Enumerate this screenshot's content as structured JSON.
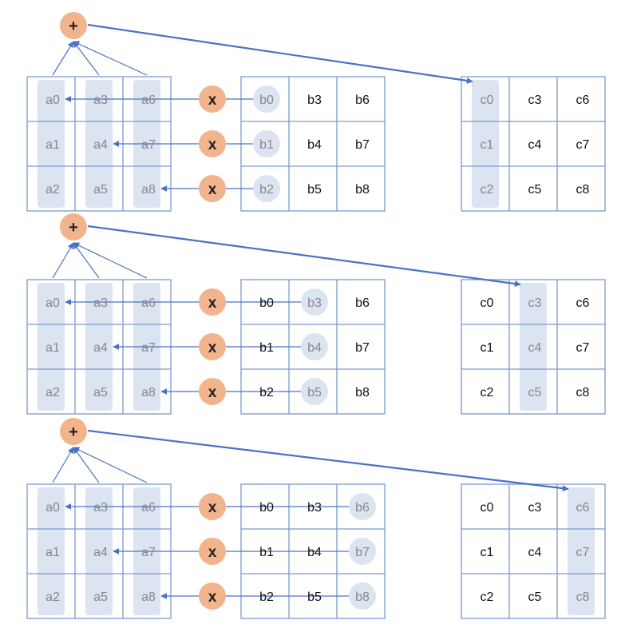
{
  "colors": {
    "grid": "#7a9acf",
    "highlight": "#dce3f1",
    "arrow": "#4a72c4",
    "operator": "#f2b48c",
    "text": "#111111",
    "dim_text": "#888888"
  },
  "operators": {
    "add": "+",
    "multiply": "x"
  },
  "icons": {
    "add": "plus-circle-icon",
    "multiply": "times-circle-icon"
  },
  "matrices": {
    "a": [
      [
        "a0",
        "a3",
        "a6"
      ],
      [
        "a1",
        "a4",
        "a7"
      ],
      [
        "a2",
        "a5",
        "a8"
      ]
    ],
    "b": [
      [
        "b0",
        "b3",
        "b6"
      ],
      [
        "b1",
        "b4",
        "b7"
      ],
      [
        "b2",
        "b5",
        "b8"
      ]
    ],
    "c": [
      [
        "c0",
        "c3",
        "c6"
      ],
      [
        "c1",
        "c4",
        "c7"
      ],
      [
        "c2",
        "c5",
        "c8"
      ]
    ]
  },
  "steps": [
    {
      "step": 1,
      "active_column": 0
    },
    {
      "step": 2,
      "active_column": 1
    },
    {
      "step": 3,
      "active_column": 2
    }
  ]
}
